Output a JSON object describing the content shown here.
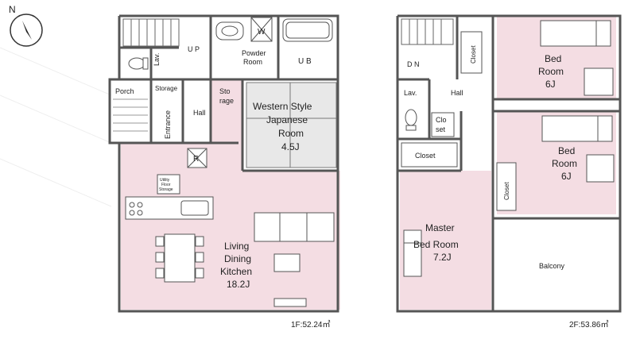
{
  "compass": {
    "north_label": "N"
  },
  "floor1": {
    "area_label": "1F:52.24㎡",
    "rooms": {
      "porch": "Porch",
      "storage": "Storage",
      "entrance": "Entrance",
      "lav": "Lav.",
      "up": "U P",
      "hall": "Hall",
      "powder_room_1": "Powder",
      "powder_room_2": "Room",
      "washer": "W",
      "ub": "U B",
      "storage2_1": "Sto",
      "storage2_2": "rage",
      "japanese_1": "Western Style",
      "japanese_2": "Japanese",
      "japanese_3": "Room",
      "japanese_4": "4.5J",
      "refrigerator": "R",
      "utility_1": "Utility",
      "utility_2": "Floor",
      "utility_3": "Storage",
      "ldk_1": "Living",
      "ldk_2": "Dining",
      "ldk_3": "Kitchen",
      "ldk_4": "18.2J"
    }
  },
  "floor2": {
    "area_label": "2F:53.86㎡",
    "rooms": {
      "dn": "D N",
      "closet_top": "Closet",
      "bed1_1": "Bed",
      "bed1_2": "Room",
      "bed1_3": "6J",
      "lav": "Lav.",
      "hall": "Hall",
      "closet_small_1": "Clo",
      "closet_small_2": "set",
      "bed2_1": "Bed",
      "bed2_2": "Room",
      "bed2_3": "6J",
      "closet_mid": "Closet",
      "closet_right": "Closet",
      "master_1": "Master",
      "master_2": "Bed Room",
      "master_3": "7.2J",
      "balcony": "Balcony"
    }
  },
  "colors": {
    "room_fill": "#f4dde3",
    "wall": "#555555",
    "tatami": "#e8e8e8"
  }
}
